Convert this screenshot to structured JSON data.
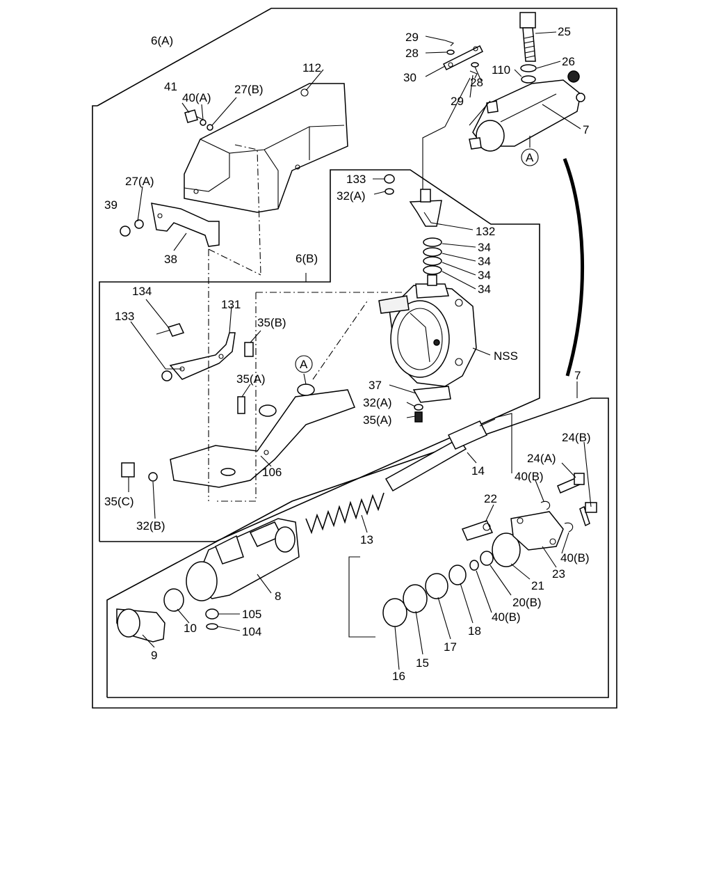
{
  "callouts": {
    "c6a": "6(A)",
    "c112": "112",
    "c41": "41",
    "c40a_top": "40(A)",
    "c27b": "27(B)",
    "c27a": "27(A)",
    "c39": "39",
    "c38": "38",
    "c6b": "6(B)",
    "c29_top": "29",
    "c28_top": "28",
    "c30": "30",
    "c28_mid": "28",
    "c29_mid": "29",
    "c25": "25",
    "c26": "26",
    "c110": "110",
    "c7_top": "7",
    "cA_top": "A",
    "c133_top": "133",
    "c32a_top": "32(A)",
    "c132": "132",
    "c34_1": "34",
    "c34_2": "34",
    "c34_3": "34",
    "c34_4": "34",
    "c134": "134",
    "c131": "131",
    "c133_left": "133",
    "c35b": "35(B)",
    "c35a_mid": "35(A)",
    "cA_mid": "A",
    "cNSS": "NSS",
    "c37": "37",
    "c32a_low": "32(A)",
    "c35a_low": "35(A)",
    "c7_mid": "7",
    "c35c": "35(C)",
    "c106": "106",
    "c32b": "32(B)",
    "c14": "14",
    "c24b": "24(B)",
    "c24a": "24(A)",
    "c40b_1": "40(B)",
    "c22": "22",
    "c13": "13",
    "c40b_2": "40(B)",
    "c23": "23",
    "c21": "21",
    "c20b": "20(B)",
    "c8": "8",
    "c105": "105",
    "c40b_3": "40(B)",
    "c10": "10",
    "c104": "104",
    "c18": "18",
    "c17": "17",
    "c9": "9",
    "c15": "15",
    "c16": "16"
  }
}
